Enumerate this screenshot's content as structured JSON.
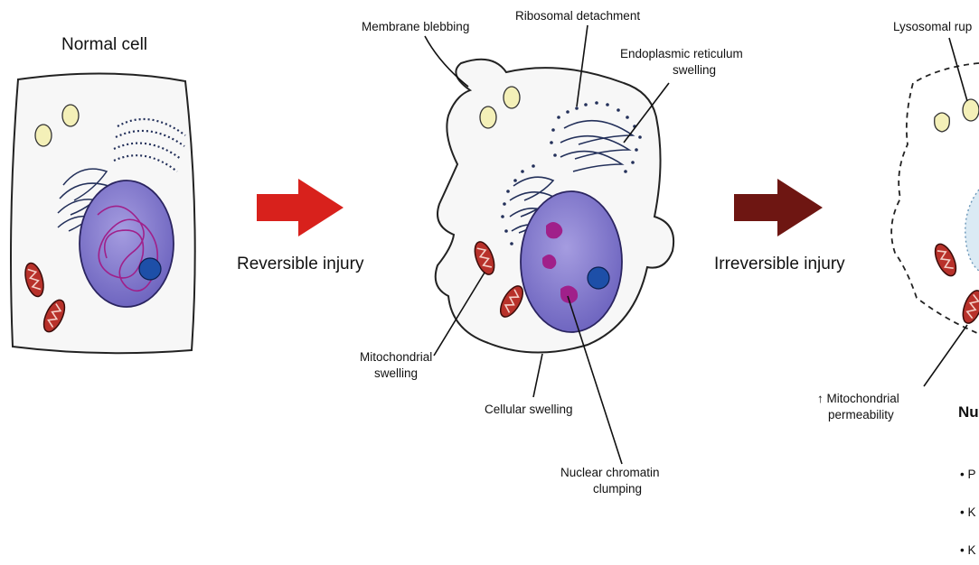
{
  "stages": {
    "normal": "Normal cell"
  },
  "transitions": {
    "reversible": "Reversible injury",
    "irreversible": "Irreversible injury"
  },
  "labels": {
    "membrane_blebbing": "Membrane blebbing",
    "ribosomal_detachment": "Ribosomal detachment",
    "er_swelling_1": "Endoplasmic reticulum",
    "er_swelling_2": "swelling",
    "mito_swelling_1": "Mitochondrial",
    "mito_swelling_2": "swelling",
    "cellular_swelling": "Cellular swelling",
    "chromatin_1": "Nuclear chromatin",
    "chromatin_2": "clumping",
    "lysosomal": "Lysosomal rup",
    "mito_perm_1": "↑ Mitochondrial",
    "mito_perm_2": "permeability",
    "nuclear_heading": "Nu",
    "bullet_1": "• P",
    "bullet_2": "• K",
    "bullet_3": "• K"
  },
  "colors": {
    "arrow_reversible": "#d8211c",
    "arrow_irreversible": "#6e1612",
    "nucleus": "#7b72c8",
    "nucleolus": "#1d4fa8",
    "chromatin": "#a0208a",
    "mitochondria": "#b8312a",
    "vesicle": "#f4f0b8",
    "er_ink": "#23305a"
  }
}
